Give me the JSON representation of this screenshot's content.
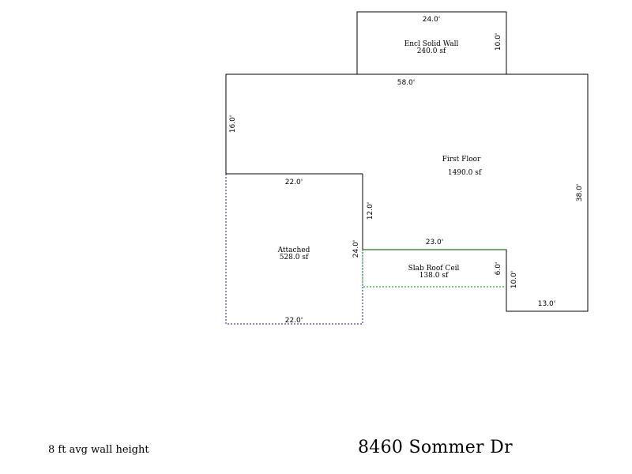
{
  "areas": {
    "encl_solid_wall": {
      "name": "Encl Solid Wall",
      "size": "240.0 sf"
    },
    "first_floor": {
      "name": "First Floor",
      "size": "1490.0 sf"
    },
    "attached": {
      "name": "Attached",
      "size": "528.0 sf"
    },
    "slab_roof_ceil": {
      "name": "Slab Roof Ceil",
      "size": "138.0 sf"
    }
  },
  "dimensions": {
    "encl_top": "24.0'",
    "encl_right": "10.0'",
    "first_top": "58.0'",
    "first_left": "16.0'",
    "first_right": "38.0'",
    "first_bottom_right": "13.0'",
    "notch_right": "10.0'",
    "garage_top": "22.0'",
    "garage_bottom": "22.0'",
    "garage_right_upper": "12.0'",
    "garage_right": "24.0'",
    "slab_top": "23.0'",
    "slab_right": "6.0'"
  },
  "footer": {
    "wall_height_note": "8 ft avg wall height",
    "address": "8460 Sommer Dr"
  },
  "colors": {
    "outline": "#000000",
    "attached_dashed": "#1a1aa8",
    "slab_solid": "#1f7a1f",
    "slab_dashed": "#2ea82e"
  }
}
